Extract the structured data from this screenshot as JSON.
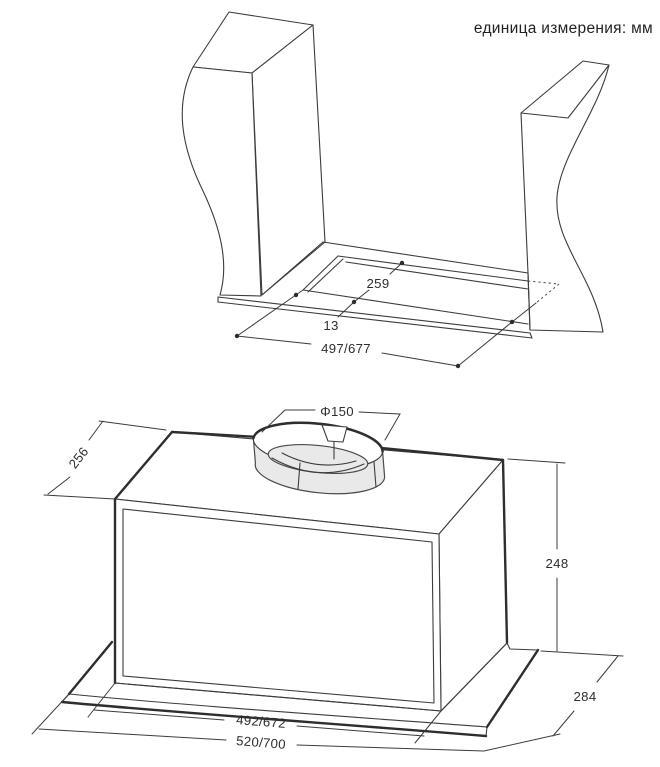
{
  "header": {
    "units_note": "единица измерения: мм"
  },
  "colors": {
    "background": "#ffffff",
    "line": "#3c3c3c",
    "collar_fill": "#e9e9e9"
  },
  "top_diagram": {
    "title": "cabinet-cutout",
    "dims": {
      "cutout_depth": "259",
      "front_offset": "13",
      "cutout_width": "497/677"
    }
  },
  "bottom_diagram": {
    "title": "hood-body",
    "dims": {
      "duct_diameter": "Φ150",
      "body_depth": "256",
      "body_height": "248",
      "frame_depth": "284",
      "body_width": "492/672",
      "frame_width": "520/700"
    }
  }
}
